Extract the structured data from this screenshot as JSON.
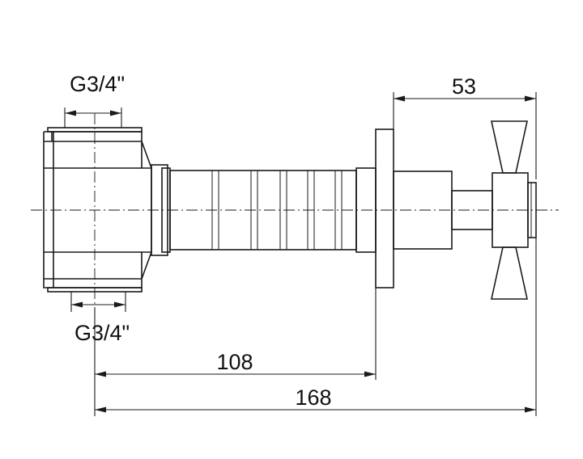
{
  "dimensions": {
    "inlet_top": "G3/4\"",
    "inlet_bottom": "G3/4\"",
    "handle_length": "53",
    "wall_depth": "108",
    "overall_length": "168"
  }
}
